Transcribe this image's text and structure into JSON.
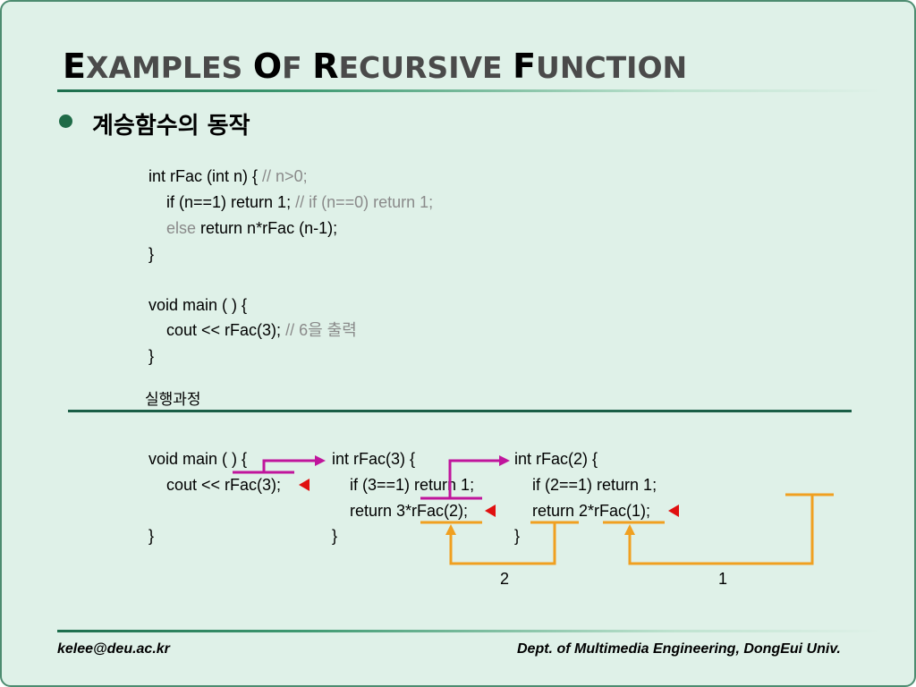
{
  "title": {
    "w1_cap": "E",
    "w1_rest": "XAMPLES",
    "w2_cap": "O",
    "w2_rest": "F",
    "w3_cap": "R",
    "w3_rest": "ECURSIVE",
    "w4_cap": "F",
    "w4_rest": "UNCTION"
  },
  "bullet": "계승함수의 동작",
  "code_def": {
    "l1": "int rFac (int n) { ",
    "l1_comment": "// n>0;",
    "l2": "    if (n==1) return 1; ",
    "l2_comment": "// if (n==0) return 1;",
    "l3_else": "    else",
    "l3": " return n*rFac (n-1);",
    "l4": "}",
    "l5": "void main ( ) {",
    "l6": "    cout << rFac(3); ",
    "l6_comment": "// 6을 출력",
    "l7": "}"
  },
  "exec_label": "실행과정",
  "trace": {
    "col1": [
      "void main ( ) {",
      "    cout << rFac(3);",
      "",
      "}"
    ],
    "col2": [
      "int rFac(3) {",
      "    if (3==1) return 1;",
      "    return 3*rFac(2);",
      "}"
    ],
    "col3": [
      "int rFac(2) {",
      "    if (2==1) return 1;",
      "    return 2*rFac(1);",
      "}"
    ],
    "return_2": "2",
    "return_1": "1"
  },
  "footer": {
    "left": "kelee@deu.ac.kr",
    "right": "Dept. of Multimedia Engineering, DongEui Univ."
  },
  "colors": {
    "call_arrow": "#c0159c",
    "return_arrow": "#f0a020",
    "pointer": "#e01010",
    "accent": "#1a5e46"
  }
}
